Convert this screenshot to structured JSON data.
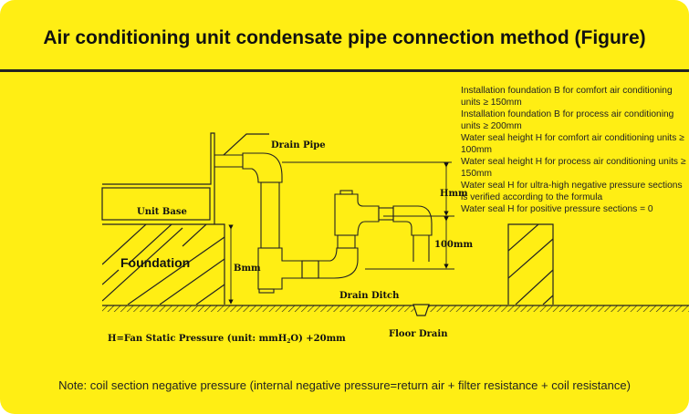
{
  "title": "Air conditioning unit condensate pipe connection method (Figure)",
  "notes": [
    "Installation foundation B for comfort air conditioning units ≥ 150mm",
    "Installation foundation B for process air conditioning units ≥ 200mm",
    "Water seal height H for comfort air conditioning units ≥ 100mm",
    "Water seal height H for process air conditioning units ≥ 150mm",
    "Water seal H for ultra-high negative pressure sections is verified according to the formula",
    "Water seal H for positive pressure sections = 0"
  ],
  "labels": {
    "drain_pipe": "Drain Pipe",
    "unit_base": "Unit Base",
    "foundation": "Foundation",
    "bmm": "Bmm",
    "hmm": "Hmm",
    "dim_100": "100mm",
    "drain_ditch": "Drain Ditch",
    "floor_drain": "Floor Drain",
    "formula_prefix": "H=Fan Static Pressure (unit: mmH",
    "formula_sub": "2",
    "formula_suffix": "O) +20mm"
  },
  "footnote": "Note: coil section negative pressure (internal negative pressure=return air + filter resistance + coil resistance)",
  "colors": {
    "background": "#FFEE14",
    "ink": "#111111"
  }
}
